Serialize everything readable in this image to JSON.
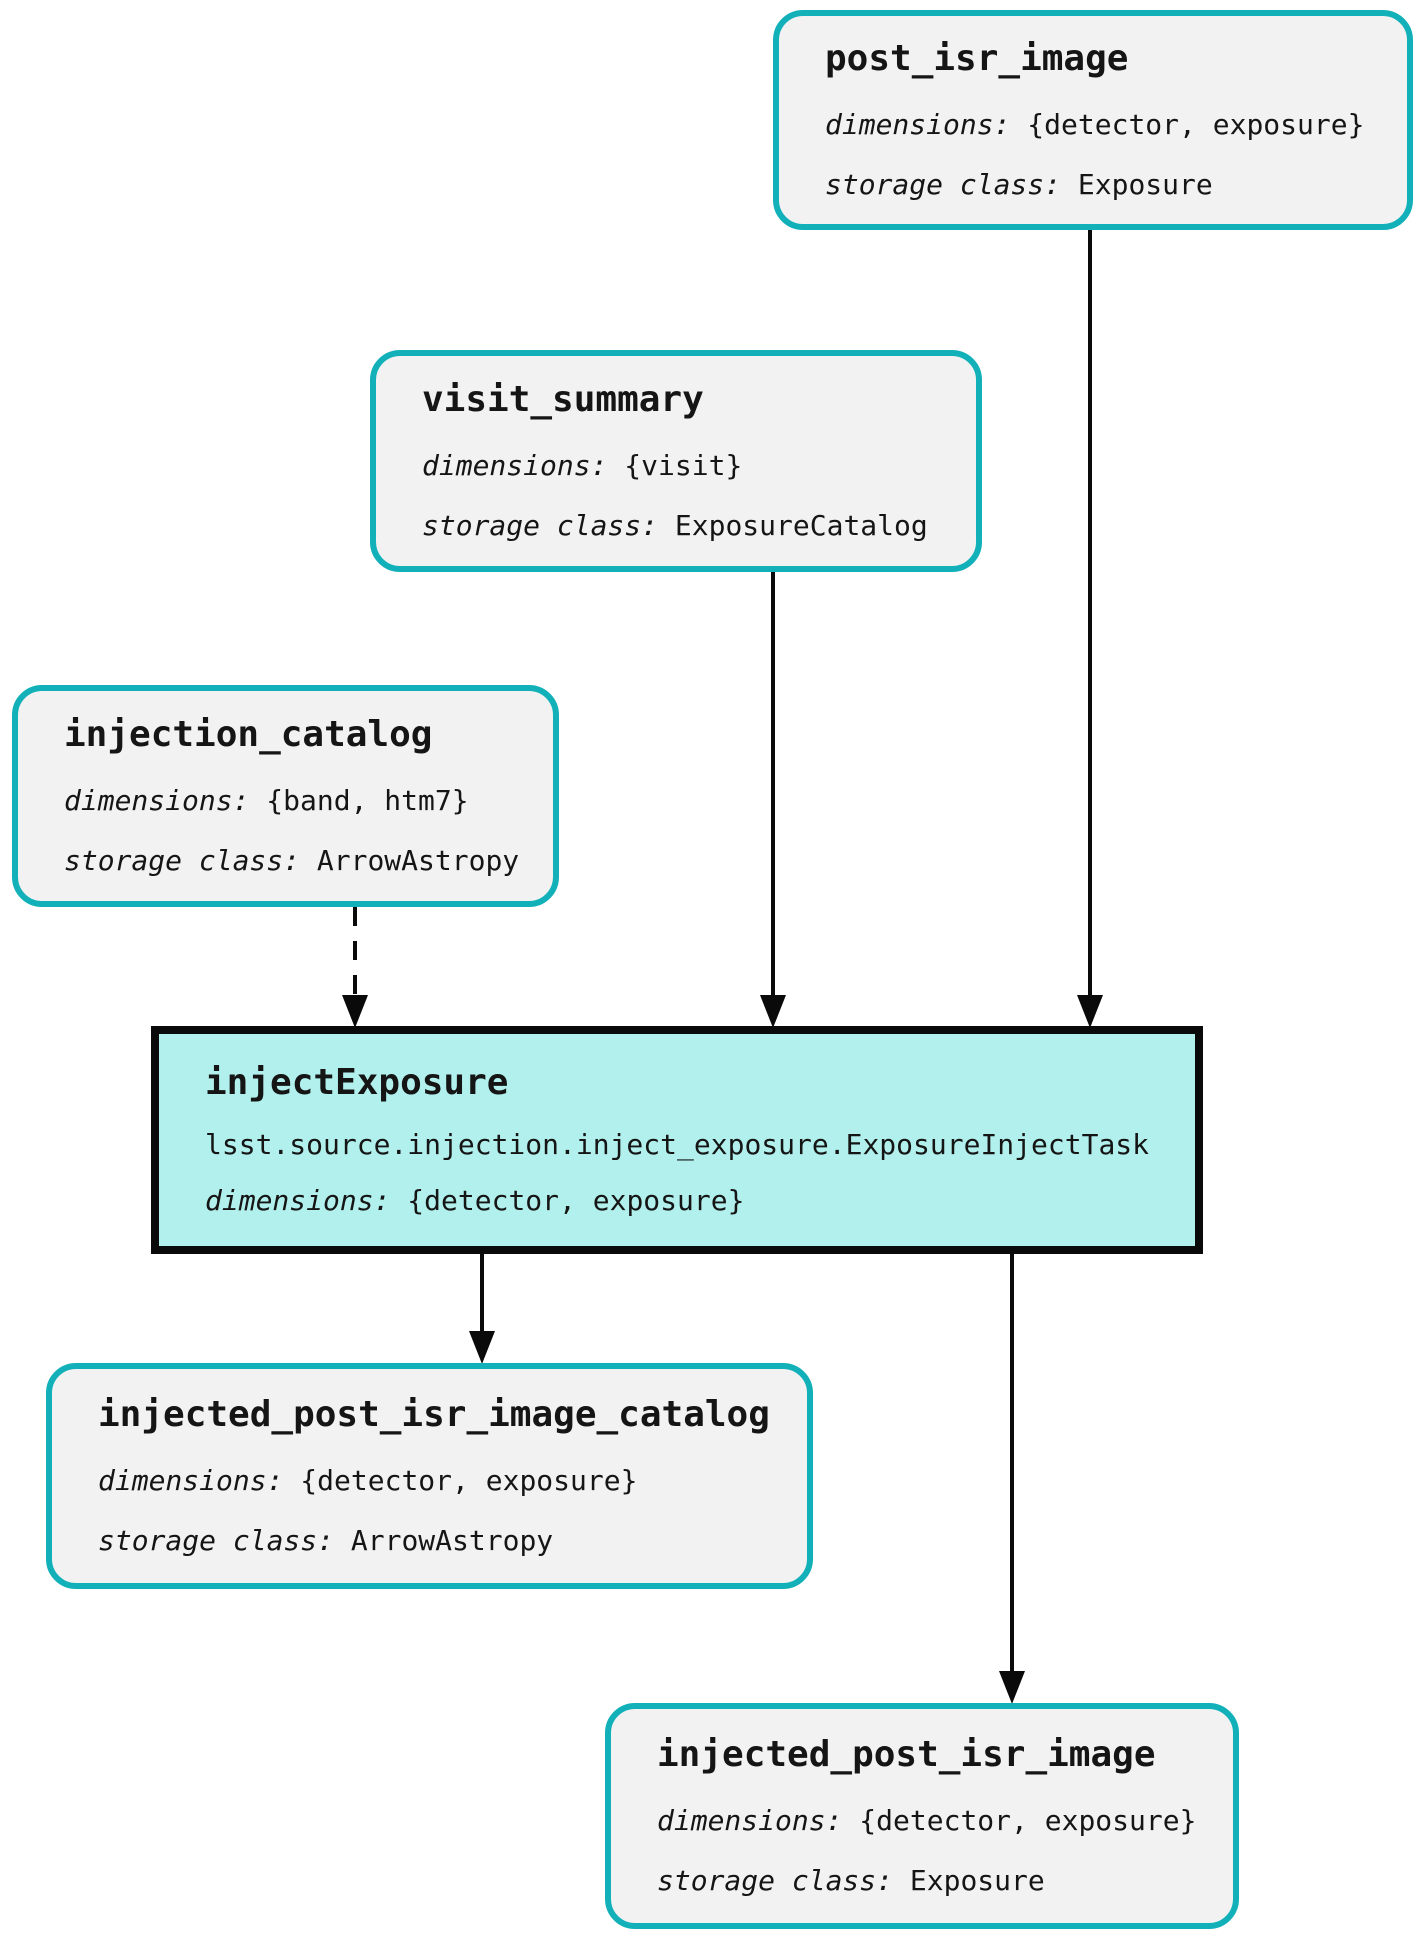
{
  "diagram": {
    "kind": "pipeline-graph",
    "labels": {
      "dimensions": "dimensions:",
      "storage_class": "storage class:"
    },
    "colors": {
      "background": "#ffffff",
      "dataset_border": "#12b0b9",
      "dataset_fill": "#f2f2f2",
      "task_border": "#0a0a0a",
      "task_fill": "#b1f0ed",
      "edge": "#0a0a0a",
      "text": "#151515"
    },
    "nodes": [
      {
        "id": "post_isr_image",
        "kind": "dataset",
        "title": "post_isr_image",
        "dimensions": "{detector, exposure}",
        "storage_class": "Exposure"
      },
      {
        "id": "visit_summary",
        "kind": "dataset",
        "title": "visit_summary",
        "dimensions": "{visit}",
        "storage_class": "ExposureCatalog"
      },
      {
        "id": "injection_catalog",
        "kind": "dataset",
        "title": "injection_catalog",
        "dimensions": "{band, htm7}",
        "storage_class": "ArrowAstropy"
      },
      {
        "id": "injectExposure",
        "kind": "task",
        "title": "injectExposure",
        "task_class": "lsst.source.injection.inject_exposure.ExposureInjectTask",
        "dimensions": "{detector, exposure}"
      },
      {
        "id": "injected_post_isr_image_catalog",
        "kind": "dataset",
        "title": "injected_post_isr_image_catalog",
        "dimensions": "{detector, exposure}",
        "storage_class": "ArrowAstropy"
      },
      {
        "id": "injected_post_isr_image",
        "kind": "dataset",
        "title": "injected_post_isr_image",
        "dimensions": "{detector, exposure}",
        "storage_class": "Exposure"
      }
    ],
    "edges": [
      {
        "from": "post_isr_image",
        "to": "injectExposure",
        "style": "solid"
      },
      {
        "from": "visit_summary",
        "to": "injectExposure",
        "style": "solid"
      },
      {
        "from": "injection_catalog",
        "to": "injectExposure",
        "style": "dashed"
      },
      {
        "from": "injectExposure",
        "to": "injected_post_isr_image_catalog",
        "style": "solid"
      },
      {
        "from": "injectExposure",
        "to": "injected_post_isr_image",
        "style": "solid"
      }
    ]
  }
}
